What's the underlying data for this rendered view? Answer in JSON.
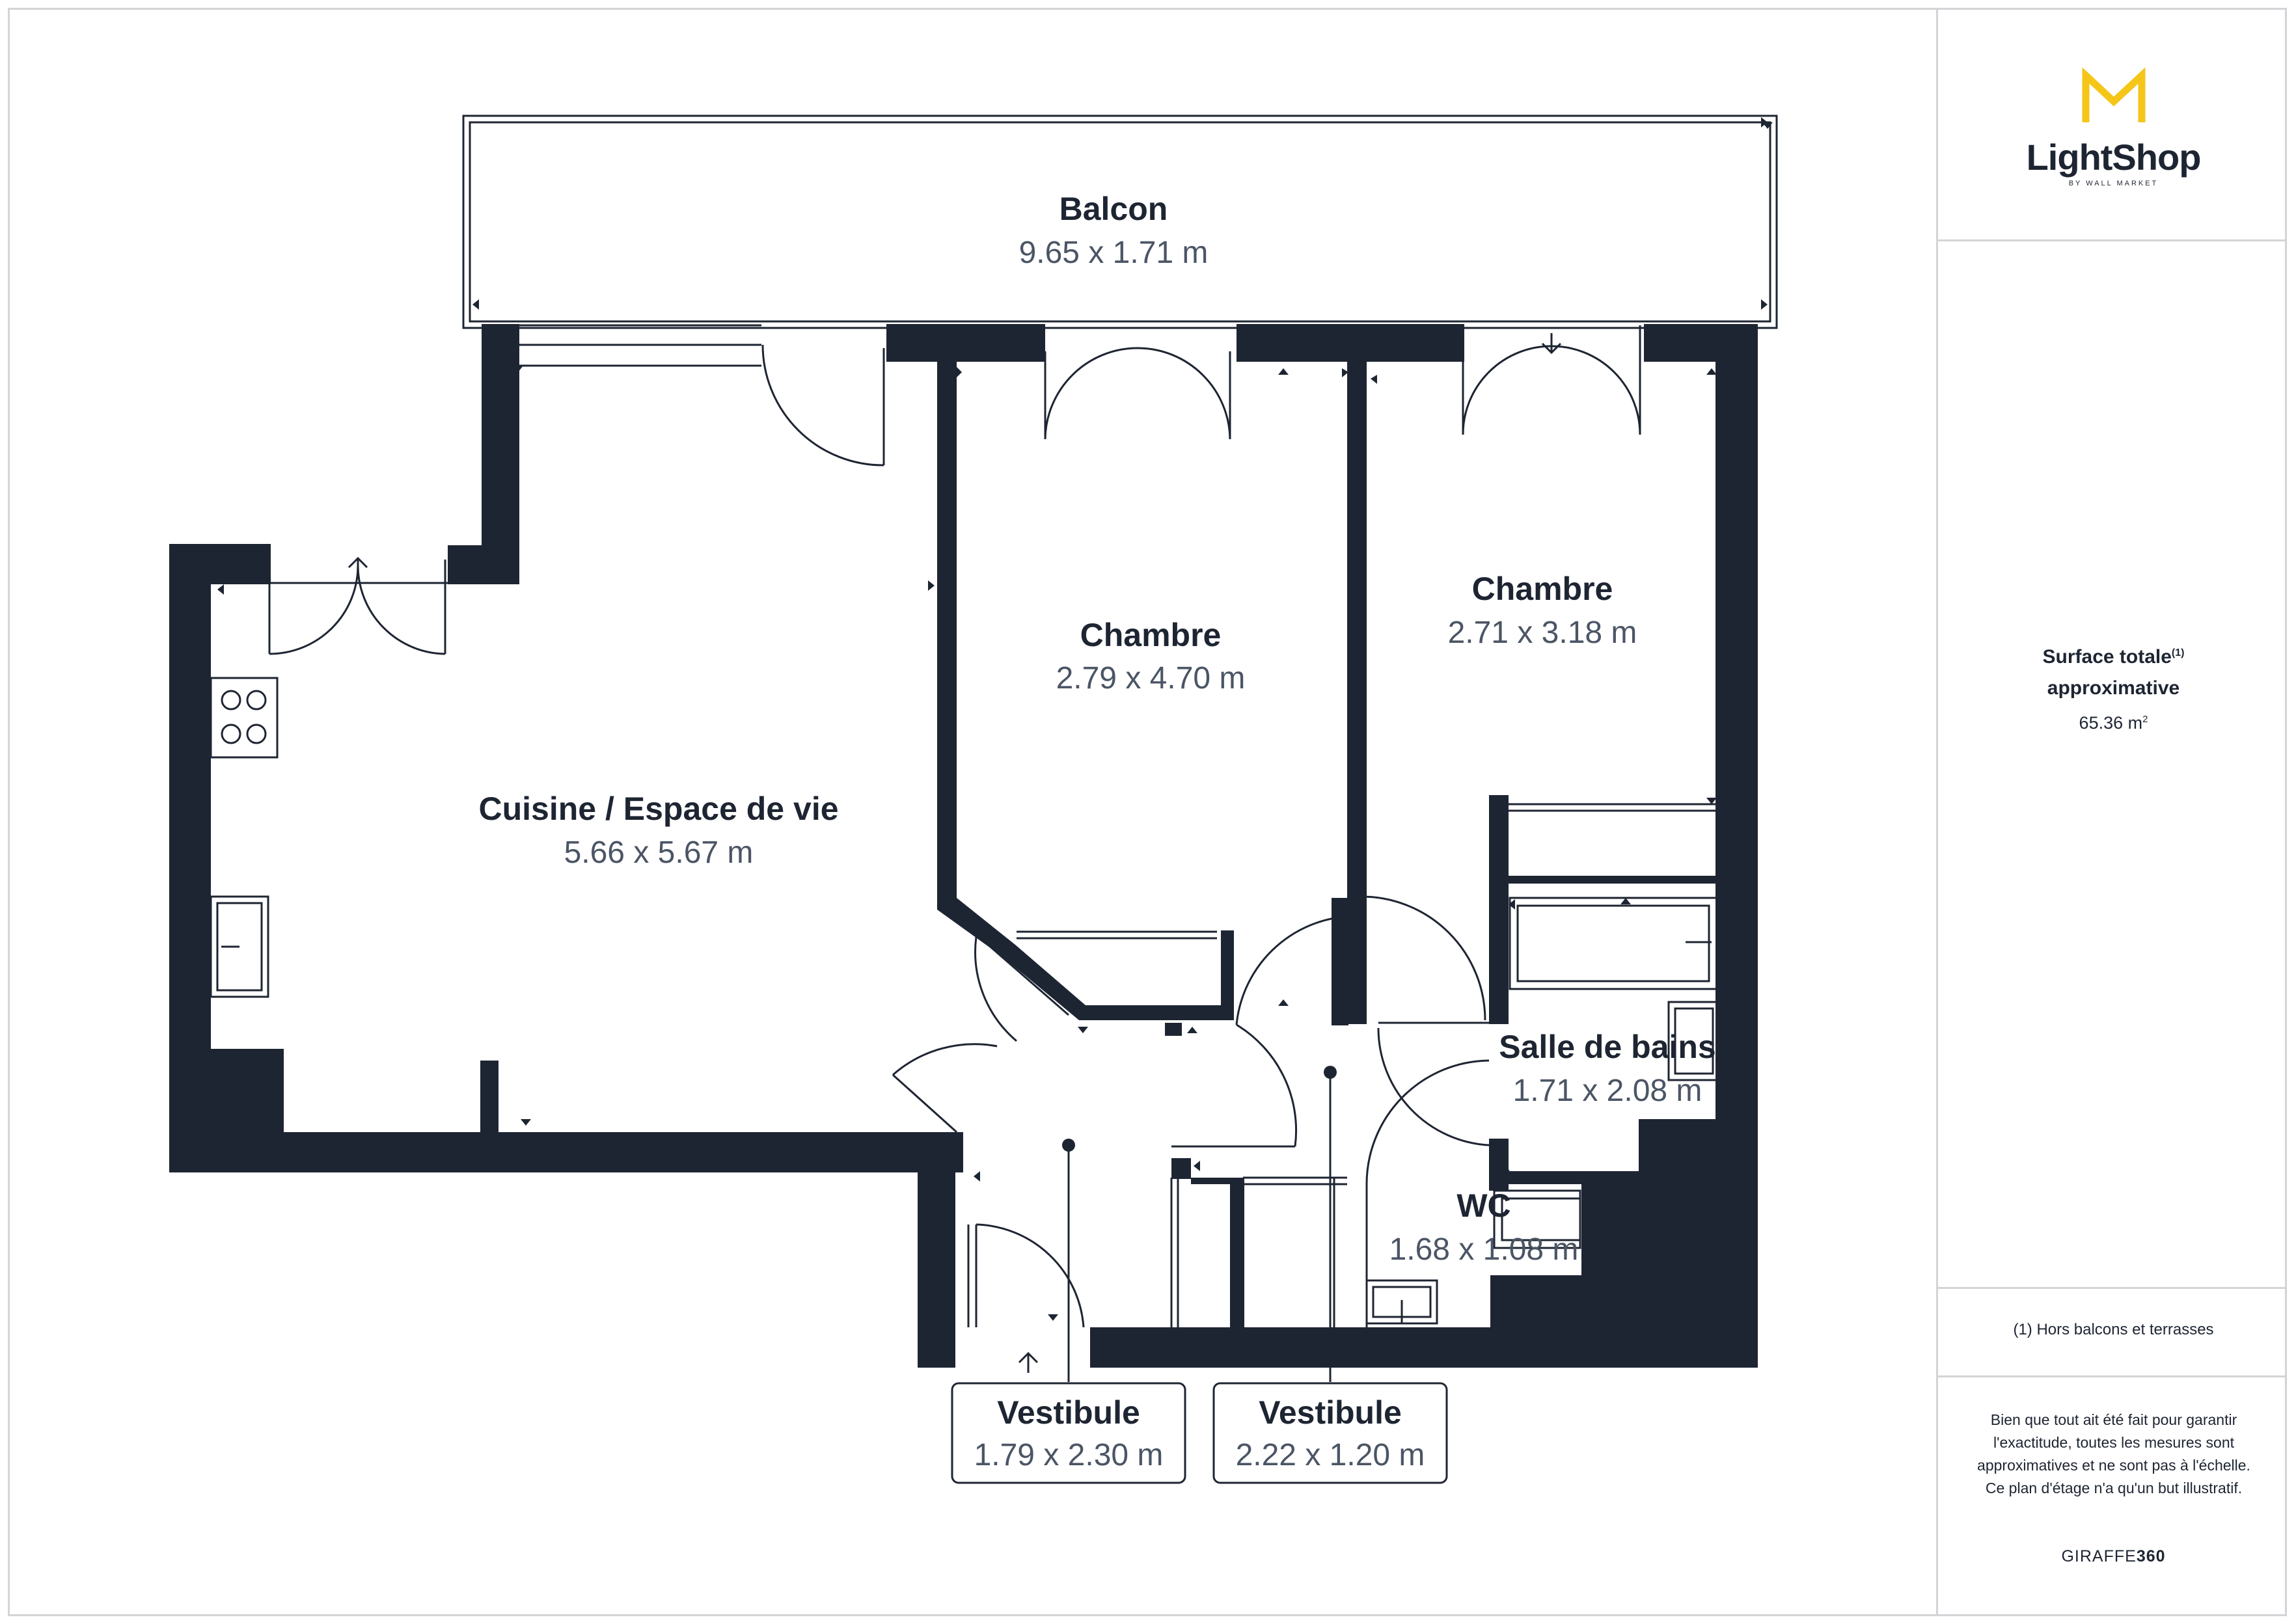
{
  "brand": {
    "name": "LightShop",
    "sub": "BY WALL MARKET"
  },
  "colors": {
    "wall": "#1e2532",
    "accent": "#f5c518",
    "line": "#d4d4d8"
  },
  "rooms": {
    "balcon": {
      "name": "Balcon",
      "dims": "9.65 x 1.71 m"
    },
    "cuisine": {
      "name": "Cuisine / Espace de vie",
      "dims": "5.66 x 5.67 m"
    },
    "chambre1": {
      "name": "Chambre",
      "dims": "2.79 x 4.70 m"
    },
    "chambre2": {
      "name": "Chambre",
      "dims": "2.71 x 3.18 m"
    },
    "sdb": {
      "name": "Salle de bains",
      "dims": "1.71 x 2.08 m"
    },
    "wc": {
      "name": "WC",
      "dims": "1.68 x 1.08 m"
    },
    "vestibule1": {
      "name": "Vestibule",
      "dims": "1.79 x 2.30 m"
    },
    "vestibule2": {
      "name": "Vestibule",
      "dims": "2.22 x 1.20 m"
    }
  },
  "summary": {
    "label_line1": "Surface totale",
    "label_sup": "(1)",
    "label_line2": "approximative",
    "value": "65.36 m",
    "value_sup": "2"
  },
  "footnote": "(1) Hors balcons et terrasses",
  "disclaimer": "Bien que tout ait été fait pour garantir l'exactitude, toutes les mesures sont approximatives et ne sont pas à l'échelle. Ce plan d'étage n'a qu'un but illustratif.",
  "credit": {
    "prefix": "GIRAFFE",
    "suffix": "360"
  }
}
